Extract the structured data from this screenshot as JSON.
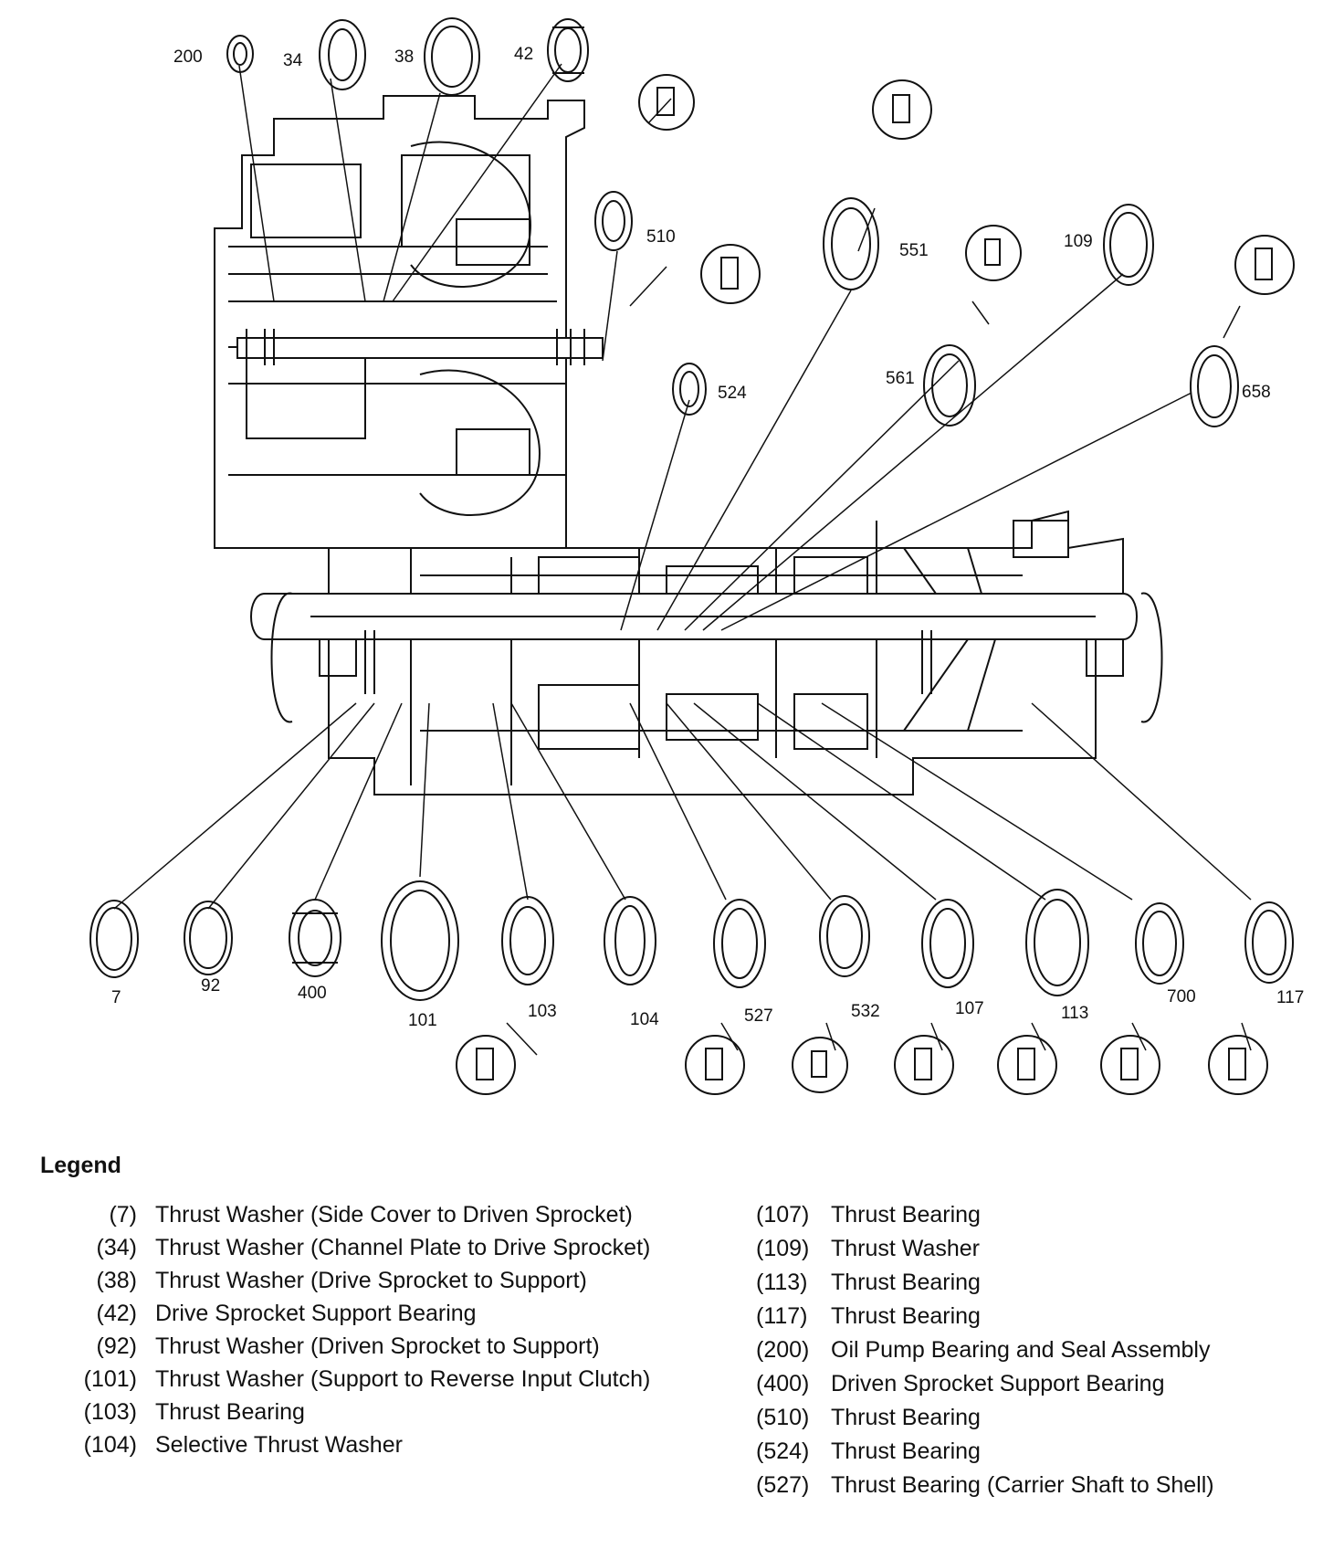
{
  "diagram": {
    "callouts": [
      "200",
      "34",
      "38",
      "42",
      "510",
      "524",
      "551",
      "561",
      "109",
      "658",
      "7",
      "92",
      "400",
      "101",
      "103",
      "104",
      "527",
      "532",
      "107",
      "113",
      "700",
      "117"
    ]
  },
  "legend": {
    "title": "Legend",
    "left": [
      {
        "num": "(7)",
        "desc": "Thrust Washer (Side Cover to Driven Sprocket)"
      },
      {
        "num": "(34)",
        "desc": "Thrust Washer (Channel Plate to Drive Sprocket)"
      },
      {
        "num": "(38)",
        "desc": "Thrust Washer (Drive Sprocket to Support)"
      },
      {
        "num": "(42)",
        "desc": "Drive Sprocket Support Bearing"
      },
      {
        "num": "(92)",
        "desc": "Thrust Washer (Driven Sprocket to Support)"
      },
      {
        "num": "(101)",
        "desc": "Thrust Washer (Support to Reverse Input Clutch)"
      },
      {
        "num": "(103)",
        "desc": "Thrust Bearing"
      },
      {
        "num": "(104)",
        "desc": "Selective Thrust Washer"
      }
    ],
    "right": [
      {
        "num": "(107)",
        "desc": "Thrust Bearing"
      },
      {
        "num": "(109)",
        "desc": "Thrust Washer"
      },
      {
        "num": "(113)",
        "desc": "Thrust Bearing"
      },
      {
        "num": "(117)",
        "desc": "Thrust Bearing"
      },
      {
        "num": "(200)",
        "desc": "Oil Pump Bearing and Seal Assembly"
      },
      {
        "num": "(400)",
        "desc": "Driven Sprocket Support Bearing"
      },
      {
        "num": "(510)",
        "desc": "Thrust Bearing"
      },
      {
        "num": "(524)",
        "desc": "Thrust Bearing"
      },
      {
        "num": "(527)",
        "desc": "Thrust Bearing (Carrier Shaft to Shell)"
      }
    ]
  }
}
